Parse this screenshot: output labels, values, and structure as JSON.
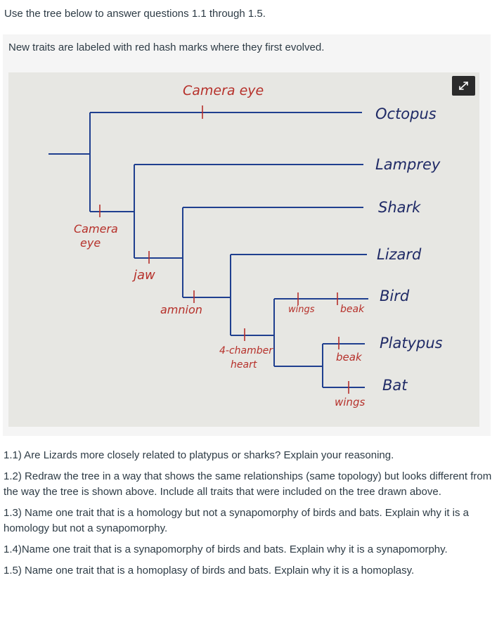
{
  "intro": "Use the tree below to answer questions 1.1 through 1.5.",
  "panel_text": "New traits are labeled with red hash marks where they first evolved.",
  "icons": {
    "expand": "expand-arrows-icon"
  },
  "colors": {
    "tree_line": "#1f3f8f",
    "tip_label": "#1f2a66",
    "trait_label": "#b6302a",
    "panel_bg": "#f5f5f5",
    "photo_bg": "#e7e7e3"
  },
  "tree": {
    "tips": [
      "Octopus",
      "Lamprey",
      "Shark",
      "Lizard",
      "Bird",
      "Platypus",
      "Bat"
    ],
    "traits": {
      "camera_eye_top": "Camera eye",
      "camera_eye_node": "Camera\neye",
      "jaw": "jaw",
      "amnion": "amnion",
      "four_chamber_heart": "4-chamber\nheart",
      "wings_bird": "wings",
      "beak_bird": "beak",
      "beak_platypus": "beak",
      "wings_bat": "wings"
    }
  },
  "questions": [
    "1.1) Are Lizards more closely related to platypus or sharks? Explain your reasoning.",
    "1.2) Redraw the tree in a way that shows the same relationships (same topology) but looks different from the way the tree is shown above. Include all traits that were included on the tree drawn above.",
    "1.3) Name one trait that is a homology but not a synapomorphy of birds and bats. Explain why it is a homology but not a synapomorphy.",
    "1.4)Name one trait that is a synapomorphy of birds and bats. Explain why it is a synapomorphy.",
    "1.5) Name one trait that is a homoplasy of birds and bats. Explain why it is a homoplasy."
  ]
}
